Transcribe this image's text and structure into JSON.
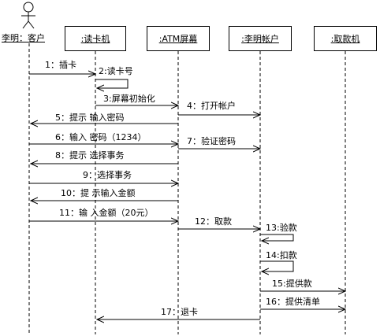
{
  "actor": {
    "label": "李明：客户"
  },
  "objects": [
    {
      "id": "reader",
      "label": ":读卡机"
    },
    {
      "id": "screen",
      "label": ":ATM屏幕"
    },
    {
      "id": "account",
      "label": ":李明帐户"
    },
    {
      "id": "dispenser",
      "label": ":取款机"
    }
  ],
  "messages": [
    {
      "id": "m1",
      "label": "1：插卡"
    },
    {
      "id": "m2",
      "label": "2:读卡号"
    },
    {
      "id": "m3",
      "label": "3:屏幕初始化"
    },
    {
      "id": "m4",
      "label": "4：打开帐户"
    },
    {
      "id": "m5",
      "label": "5：提示 输入密码"
    },
    {
      "id": "m6",
      "label": "6：输入 密码（1234）"
    },
    {
      "id": "m7",
      "label": "7：验证密码"
    },
    {
      "id": "m8",
      "label": "8：提示 选择事务"
    },
    {
      "id": "m9",
      "label": "9：选择事务"
    },
    {
      "id": "m10",
      "label": "10：提 示输入金额"
    },
    {
      "id": "m11",
      "label": "11：输 入金额（20元）"
    },
    {
      "id": "m12",
      "label": "12：取款"
    },
    {
      "id": "m13",
      "label": "13:验款"
    },
    {
      "id": "m14",
      "label": "14:扣款"
    },
    {
      "id": "m15",
      "label": "15:提供款"
    },
    {
      "id": "m16",
      "label": "16：提供清单"
    },
    {
      "id": "m17",
      "label": "17：退卡"
    }
  ]
}
